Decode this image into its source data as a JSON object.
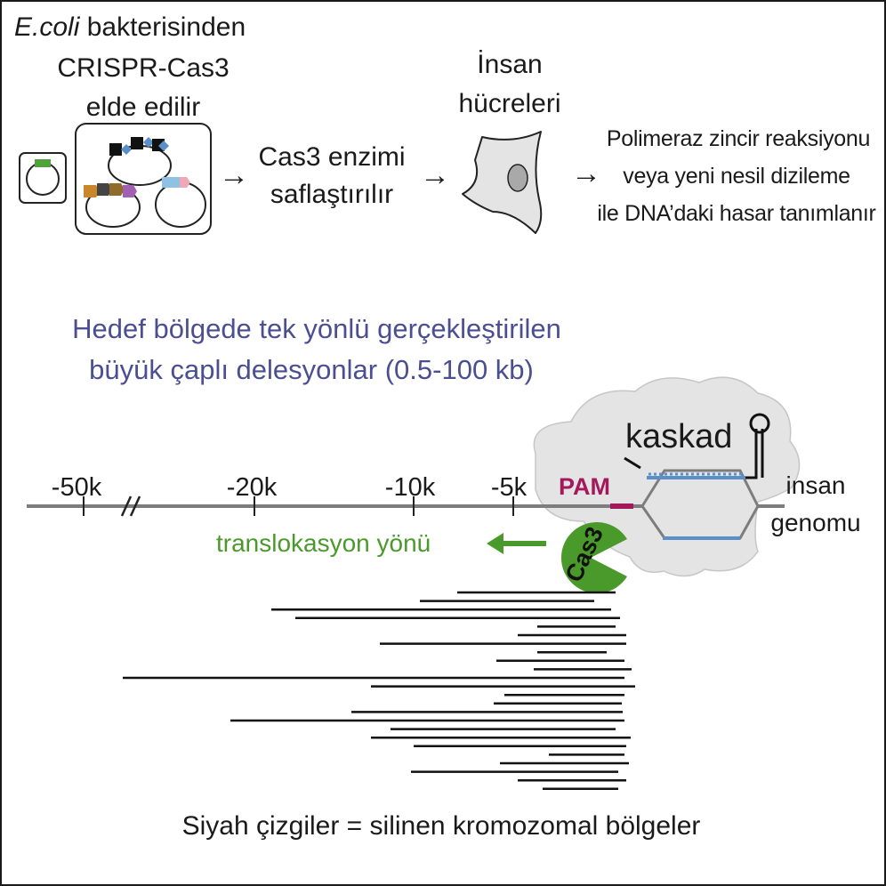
{
  "step1": {
    "line1_italic": "E.coli",
    "line1_rest": " bakterisinden",
    "line2": "CRISPR-Cas3",
    "line3": "elde edilir"
  },
  "step2": {
    "line1": "Cas3 enzimi",
    "line2": "saflaştırılır"
  },
  "step3": {
    "line1": "İnsan",
    "line2": "hücreleri"
  },
  "step4": {
    "line1": "Polimeraz zincir reaksiyonu",
    "line2": "veya yeni nesil dizileme",
    "line3": "ile DNA’daki hasar tanımlanır"
  },
  "arrow_glyph": "→",
  "title": {
    "line1": "Hedef bölgede tek yönlü gerçekleştirilen",
    "line2": "büyük çaplı delesyonlar (0.5-100 kb)"
  },
  "ticks": [
    "-50k",
    "-20k",
    "-10k",
    "-5k"
  ],
  "labels": {
    "pam": "PAM",
    "kaskad": "kaskad",
    "genome1": "insan",
    "genome2": "genomu",
    "cas3": "Cas3",
    "translocation": "translokasyon yönü"
  },
  "deletions_caption": "Siyah çizgiler = silinen kromozomal bölgeler",
  "colors": {
    "title": "#4b4f91",
    "pam": "#a3195b",
    "cas3": "#4a9a2b",
    "translocation": "#4a9a2b",
    "blob": "#e4e4e4",
    "strand": "#5b8fc9"
  },
  "deletions": [
    [
      512,
      690
    ],
    [
      470,
      666
    ],
    [
      303,
      685
    ],
    [
      330,
      695
    ],
    [
      602,
      690
    ],
    [
      580,
      702
    ],
    [
      425,
      702
    ],
    [
      602,
      680
    ],
    [
      556,
      700
    ],
    [
      598,
      708
    ],
    [
      136,
      700
    ],
    [
      415,
      712
    ],
    [
      565,
      700
    ],
    [
      553,
      697
    ],
    [
      393,
      698
    ],
    [
      257,
      700
    ],
    [
      437,
      690
    ],
    [
      415,
      707
    ],
    [
      463,
      702
    ],
    [
      615,
      700
    ],
    [
      560,
      705
    ],
    [
      460,
      693
    ],
    [
      580,
      702
    ],
    [
      608,
      693
    ]
  ]
}
